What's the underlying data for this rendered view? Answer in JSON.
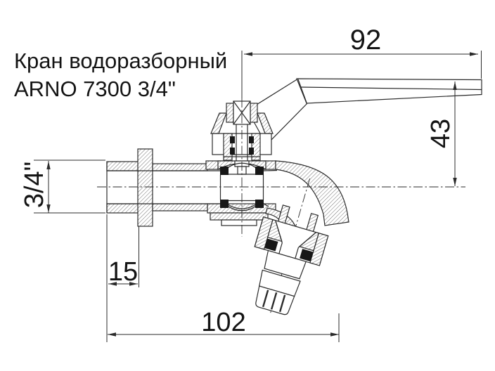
{
  "meta": {
    "type": "technical-section-drawing",
    "subject": "Wall-mounted water tap (ball valve) with lever handle and hose union outlet, shown in cross-section with dimensions"
  },
  "title": {
    "line1": "Кран водоразборный",
    "line2": "ARNO 7300 3/4\""
  },
  "dimensions": {
    "handle_length": "92",
    "handle_height": "43",
    "inlet_thread": "3/4\"",
    "thread_length": "15",
    "overall_length": "102"
  },
  "colors": {
    "background": "#ffffff",
    "line": "#2b2b2b",
    "hatch": "#444444",
    "seal": "#171717",
    "text": "#141414"
  }
}
